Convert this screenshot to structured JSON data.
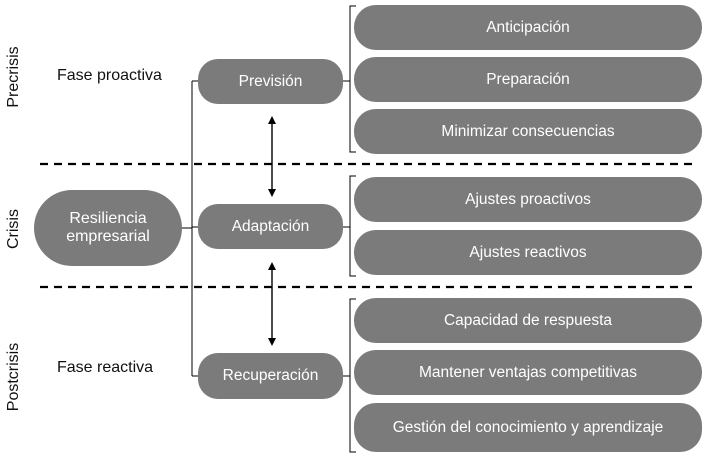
{
  "phases": {
    "precrisis": "Precrisis",
    "crisis": "Crisis",
    "postcrisis": "Postcrisis"
  },
  "stage_labels": {
    "proactive": "Fase proactiva",
    "reactive": "Fase reactiva"
  },
  "root": "Resiliencia empresarial",
  "stages": {
    "prevision": "Previsión",
    "adaptacion": "Adaptación",
    "recuperacion": "Recuperación"
  },
  "prevision_items": [
    "Anticipación",
    "Preparación",
    "Minimizar consecuencias"
  ],
  "adaptacion_items": [
    "Ajustes proactivos",
    "Ajustes reactivos"
  ],
  "recuperacion_items": [
    "Capacidad de respuesta",
    "Mantener ventajas competitivas",
    "Gestión del conocimiento y aprendizaje"
  ],
  "colors": {
    "box_fill": "#7b7b7b",
    "box_text": "#ffffff",
    "line": "#000000"
  }
}
